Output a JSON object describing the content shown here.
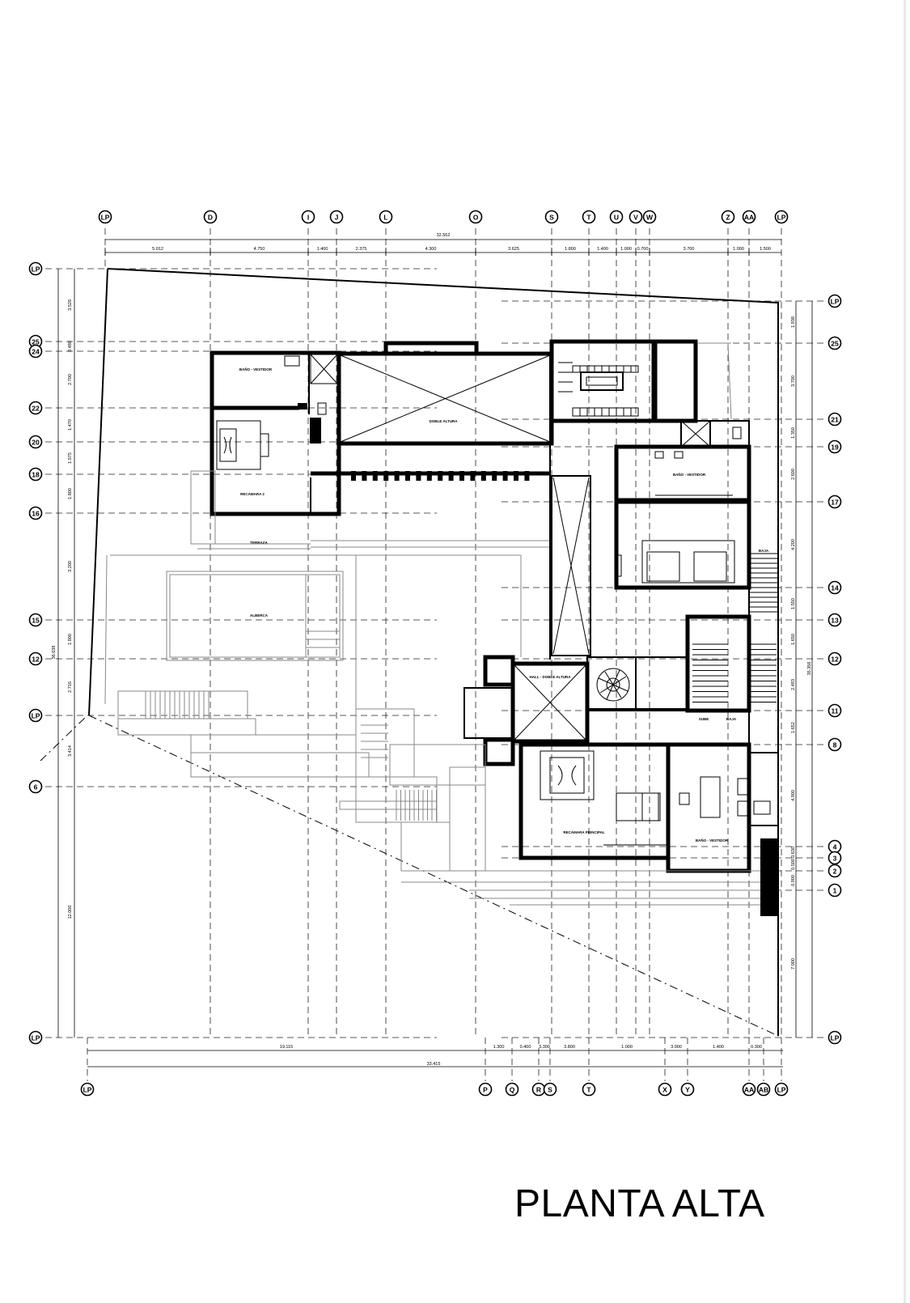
{
  "title": "PLANTA ALTA",
  "axes": {
    "top": [
      "LP",
      "D",
      "I",
      "J",
      "L",
      "O",
      "S",
      "T",
      "U",
      "V",
      "W",
      "Z",
      "AA",
      "LP"
    ],
    "bottom": [
      "LP",
      "P",
      "Q",
      "R",
      "S",
      "T",
      "X",
      "Y",
      "AA",
      "AB",
      "LP"
    ],
    "left": [
      "LP",
      "25",
      "24",
      "22",
      "20",
      "18",
      "16",
      "15",
      "12",
      "LP",
      "6",
      "LP"
    ],
    "right": [
      "LP",
      "25",
      "21",
      "19",
      "17",
      "14",
      "13",
      "12",
      "11",
      "8",
      "4",
      "3",
      "2",
      "1",
      "LP"
    ]
  },
  "dimensions": {
    "top_total": "32.562",
    "top_segments": [
      "5.012",
      "4.750",
      "1.400",
      "2.375",
      "4.300",
      "3.625",
      "1.800",
      "1.400",
      "1.000",
      "0.700",
      "3.700",
      "1.000",
      "1.500"
    ],
    "bottom_total": "33.415",
    "bottom_segments": [
      "19.115",
      "1.300",
      "0.400",
      "3.300",
      "3.800",
      "1.000",
      "3.000",
      "1.400",
      "0.300"
    ],
    "left_segments": [
      "3.528",
      "0.480",
      "2.700",
      "1.470",
      "1.575",
      "1.800",
      "3.200",
      "1.800",
      "2.716",
      "3.414",
      "12.000"
    ],
    "left_total": "36.638",
    "right_segments": [
      "1.938",
      "3.700",
      "1.350",
      "2.600",
      "4.200",
      "1.550",
      "1.650",
      "2.493",
      "1.652",
      "4.900",
      "0.630",
      "0.500",
      "0.900",
      "7.000"
    ],
    "right_total": "35.356"
  },
  "rooms": {
    "bano_recamara2": "BAÑO - VESTIDOR",
    "recamara2": "RECÁMARA 2",
    "terraza": "TERRAZA",
    "doble_altura": "DOBLE ALTURA",
    "alberca": "ALBERCA",
    "bano_vestidor_r1": "BAÑO - VESTIDOR",
    "hall_doble_altura": "HALL - DOBLE ALTURA",
    "recamara_principal": "RECÁMARA PRINCIPAL",
    "bano_vestidor_principal": "BAÑO - VESTIDOR",
    "baja": "BAJA",
    "sube": "SUBE"
  }
}
